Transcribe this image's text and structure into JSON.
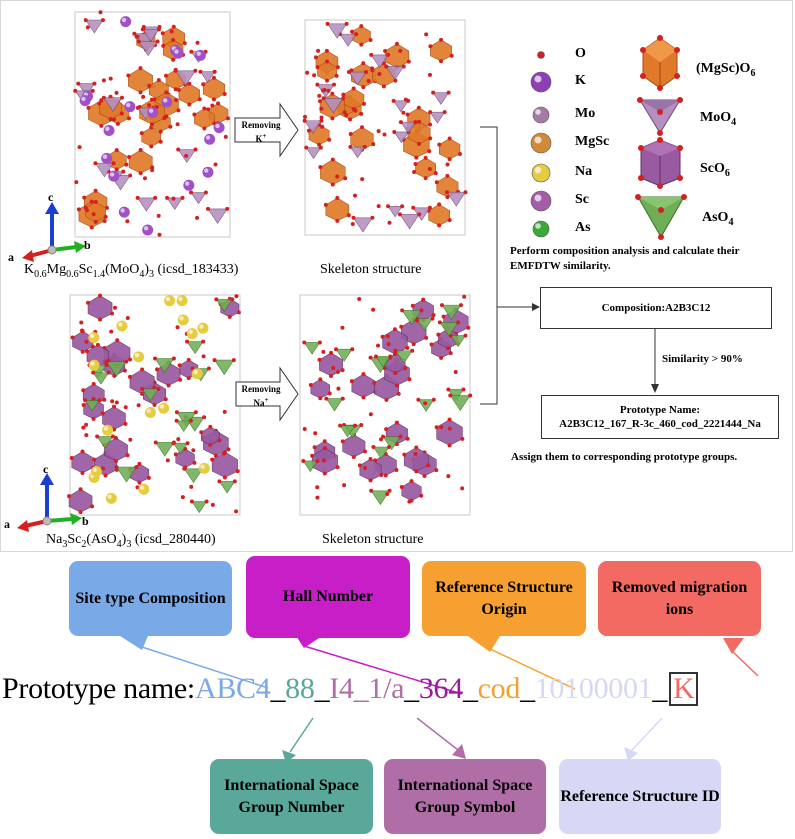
{
  "top": {
    "formula1": {
      "base": "K",
      "sub1": "0.6",
      "mg": "Mg",
      "sub2": "0.6",
      "sc": "Sc",
      "sub3": "1.4",
      "mo": "(MoO",
      "sub4": "4",
      "tail": ")",
      "sub5": "3",
      "id": " (icsd_183433)"
    },
    "formula2": {
      "base": "Na",
      "sub1": "3",
      "sc": "Sc",
      "sub2": "2",
      "as": "(AsO",
      "sub3": "4",
      "tail": ")",
      "sub4": "3",
      "id": " (icsd_280440)"
    },
    "skeleton_label_1": "Skeleton structure",
    "skeleton_label_2": "Skeleton structure",
    "remove_1": {
      "line1": "Removing",
      "ion": "K",
      "charge": "+"
    },
    "remove_2": {
      "line1": "Removing",
      "ion": "Na",
      "charge": "+"
    },
    "axes_1": {
      "a": "a",
      "b": "b",
      "c": "c"
    },
    "axes_2": {
      "a": "a",
      "b": "b",
      "c": "c"
    }
  },
  "legend": {
    "atoms": [
      {
        "label": "O",
        "color": "#d42020"
      },
      {
        "label": "K",
        "color": "#8e3fb5"
      },
      {
        "label": "Mo",
        "color": "#a67aa6"
      },
      {
        "label": "MgSc",
        "color": "#d08a3a"
      },
      {
        "label": "Na",
        "color": "#e6cc40"
      },
      {
        "label": "Sc",
        "color": "#a45ca8"
      },
      {
        "label": "As",
        "color": "#3aa83a"
      }
    ],
    "polyhedra": [
      {
        "label": "(MgSc)O",
        "sub": "6",
        "color": "#e07a2a"
      },
      {
        "label": "MoO",
        "sub": "4",
        "color": "#b48fbf"
      },
      {
        "label": "ScO",
        "sub": "6",
        "color": "#9a5aa0"
      },
      {
        "label": "AsO",
        "sub": "4",
        "color": "#6fae55"
      }
    ]
  },
  "flow": {
    "note_top": "Perform composition analysis and calculate their EMFDTW similarity.",
    "composition_box": "Composition:A2B3C12",
    "similarity": "Similarity > 90%",
    "prototype_box_title": "Prototype Name:",
    "prototype_box_value": "A2B3C12_167_R-3c_460_cod_2221444_Na",
    "note_bottom": "Assign them to corresponding prototype groups."
  },
  "callouts": {
    "site_type": "Site type Composition",
    "hall": "Hall Number",
    "ref_origin": "Reference Structure Origin",
    "removed": "Removed migration ions",
    "int_num": "International Space Group Number",
    "int_sym": "International Space Group Symbol",
    "ref_id": "Reference Structure ID"
  },
  "prototype": {
    "label": "Prototype name: ",
    "p1": "ABC4",
    "s1": "_",
    "p2": "88",
    "s2": "_",
    "p3": "I4_1/a",
    "s3": "_",
    "p4": "364",
    "s4": "_",
    "p5": "cod",
    "s5": "_",
    "p6": "10100001",
    "s6": "_",
    "p7": "K"
  },
  "colors": {
    "blue": "#7aa9e8",
    "magenta": "#c81ec8",
    "orange": "#f5a030",
    "red": "#f26a62",
    "teal": "#5aa89a",
    "mauve": "#b06ea6",
    "lavender": "#d6d8f5"
  }
}
